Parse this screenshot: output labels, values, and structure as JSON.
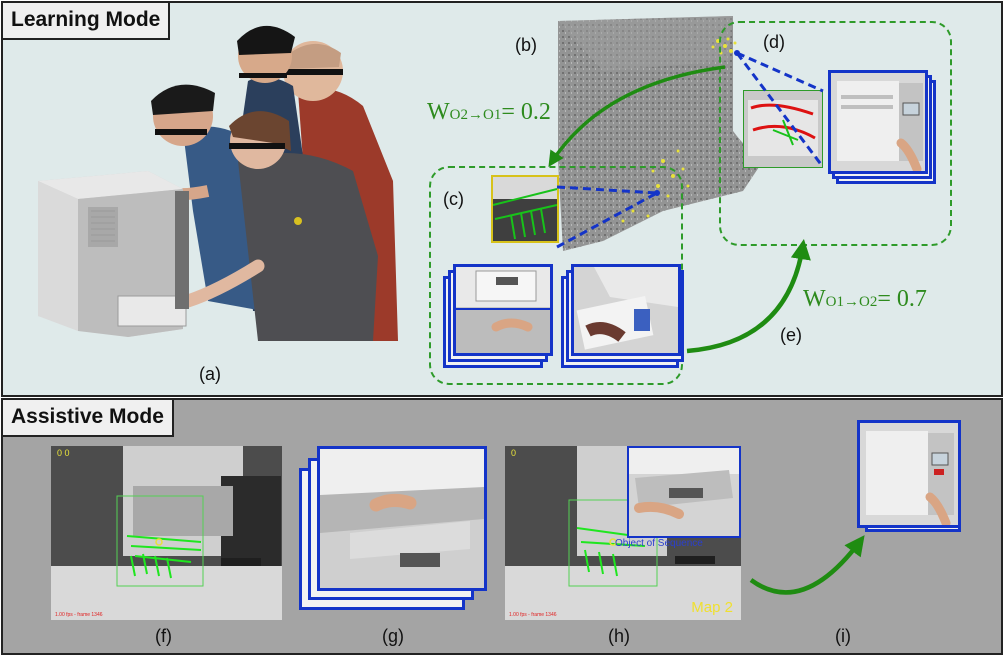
{
  "learning_panel": {
    "title": "Learning Mode",
    "labels": {
      "a": "(a)",
      "b": "(b)",
      "c": "(c)",
      "d": "(d)",
      "e": "(e)"
    },
    "weight_o2_o1": {
      "prefix": "W",
      "subscript": "O2→O1",
      "value": "= 0.2"
    },
    "weight_o1_o2": {
      "prefix": "W",
      "subscript": "O1→O2",
      "value": "= 0.7"
    }
  },
  "assistive_panel": {
    "title": "Assistive Mode",
    "labels": {
      "f": "(f)",
      "g": "(g)",
      "h": "(h)",
      "i": "(i)"
    },
    "frame_f": {
      "corner_counter": "0 0",
      "footer": "1.00 fps - frame 1346"
    },
    "frame_h": {
      "corner_counter": "0",
      "footer": "1.00 fps - frame 1346",
      "overlay_text": "Object of Sequence",
      "map_label": "Map 2"
    }
  },
  "colors": {
    "dashed_region": "#2e9b2a",
    "frame_border": "#1434c8",
    "weight_text": "#2e8b1e",
    "highlight_points": "#e8e23a",
    "learning_background": "#dfeaea",
    "assistive_background": "#a4a4a4"
  }
}
